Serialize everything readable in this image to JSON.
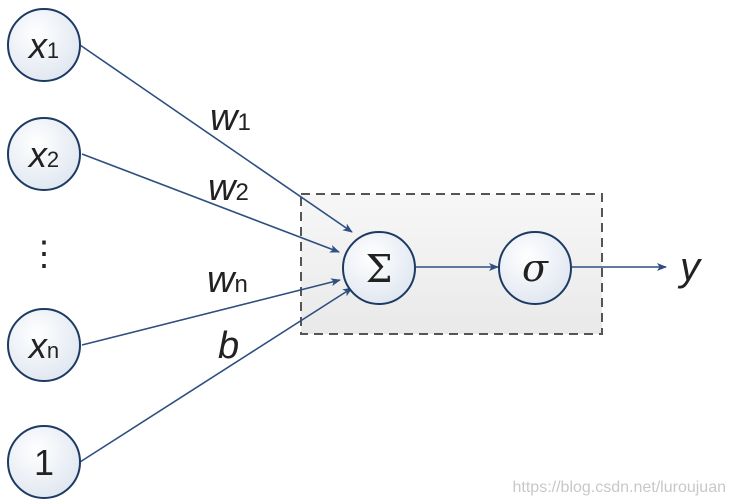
{
  "diagram": {
    "inputs": [
      {
        "var": "x",
        "sub": "1"
      },
      {
        "var": "x",
        "sub": "2"
      },
      {
        "var": "x",
        "sub": "n"
      },
      {
        "var": "1",
        "sub": ""
      }
    ],
    "ellipsis": "⋮",
    "weights": [
      {
        "var": "w",
        "sub": "1"
      },
      {
        "var": "w",
        "sub": "2"
      },
      {
        "var": "w",
        "sub": "n"
      },
      {
        "var": "b",
        "sub": ""
      }
    ],
    "sum_symbol": "Σ",
    "activation_symbol": "σ",
    "output": "y"
  },
  "watermark": "https://blog.csdn.net/luroujuan",
  "colors": {
    "node_fill": "#e6ebf3",
    "node_stroke": "#1d3a63",
    "edge": "#2e4f80",
    "box_fill": "#f2f2f2",
    "box_stroke": "#555555",
    "text": "#222222",
    "watermark": "#c8c8c8"
  }
}
